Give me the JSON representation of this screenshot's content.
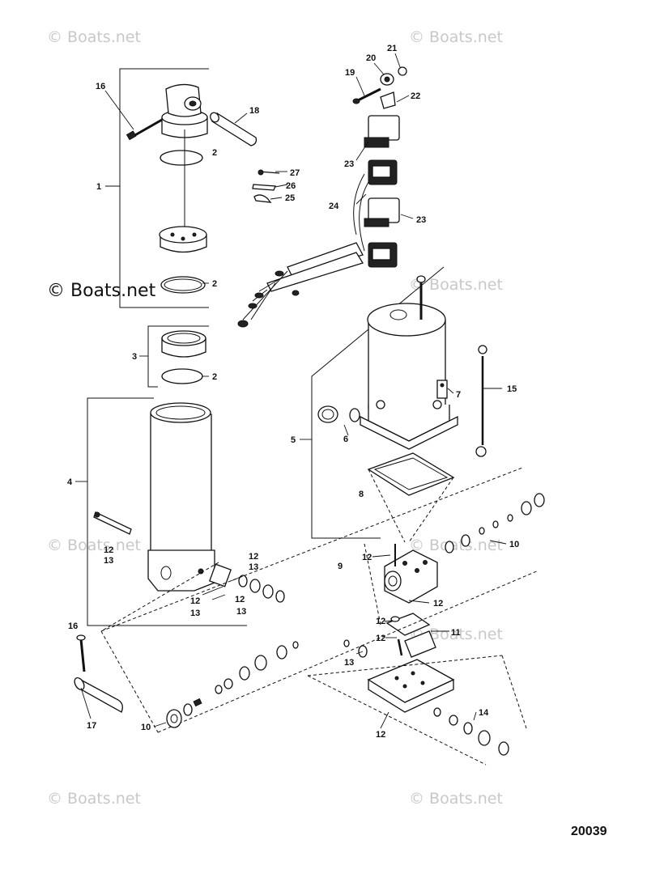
{
  "watermarks": [
    "© Boats.net",
    "© Boats.net",
    "© Boats.net",
    "© Boats.net",
    "© Boats.net",
    "© Boats.net",
    "© Boats.net",
    "© Boats.net",
    "© Boats.net"
  ],
  "diagram_code": "20039",
  "callouts": [
    "1",
    "2",
    "2",
    "3",
    "2",
    "4",
    "5",
    "6",
    "7",
    "8",
    "9",
    "10",
    "10",
    "11",
    "12",
    "12",
    "12",
    "12",
    "12",
    "12",
    "12",
    "12",
    "12",
    "13",
    "13",
    "13",
    "13",
    "14",
    "15",
    "16",
    "16",
    "17",
    "18",
    "19",
    "20",
    "21",
    "22",
    "23",
    "23",
    "24",
    "25",
    "26",
    "27"
  ]
}
